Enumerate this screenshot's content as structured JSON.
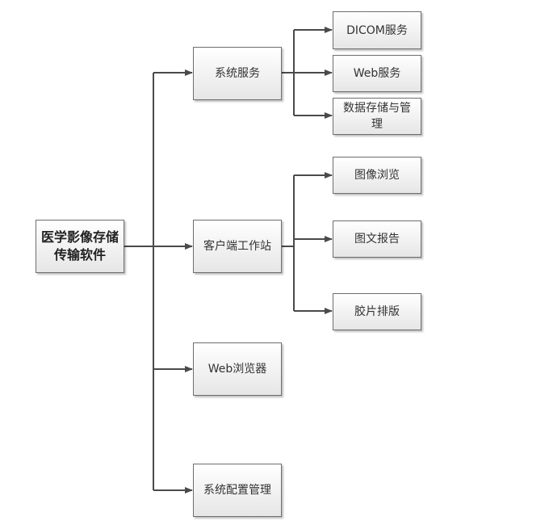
{
  "root": {
    "label": "医学影像存储传输软件"
  },
  "level1": [
    {
      "label": "系统服务"
    },
    {
      "label": "客户端工作站"
    },
    {
      "label": "Web浏览器"
    },
    {
      "label": "系统配置管理"
    }
  ],
  "system_service_children": [
    {
      "label": "DICOM服务"
    },
    {
      "label": "Web服务"
    },
    {
      "label": "数据存储与管理"
    }
  ],
  "client_children": [
    {
      "label": "图像浏览"
    },
    {
      "label": "图文报告"
    },
    {
      "label": "胶片排版"
    }
  ],
  "colors": {
    "line": "#4a4a4a",
    "border": "#6e6e6e"
  }
}
